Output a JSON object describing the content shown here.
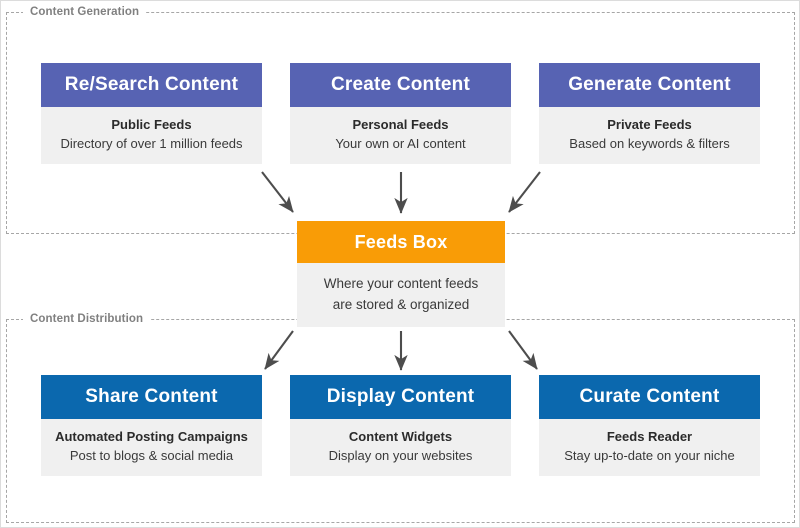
{
  "diagram": {
    "groups": [
      {
        "id": "generation",
        "label": "Content Generation"
      },
      {
        "id": "distribution",
        "label": "Content Distribution"
      }
    ],
    "colors": {
      "generation_header": "#5763b3",
      "distribution_header": "#0b68ae",
      "hub_header": "#f99c06",
      "card_body_bg": "#f0f0f0",
      "frame_dash": "#a6a6a6",
      "arrow": "#4d4d4d",
      "group_label_text": "#808080"
    },
    "generation_cards": [
      {
        "title": "Re/Search Content",
        "body_title": "Public Feeds",
        "body_sub": "Directory of over 1 million feeds"
      },
      {
        "title": "Create Content",
        "body_title": "Personal Feeds",
        "body_sub": "Your own or AI content"
      },
      {
        "title": "Generate Content",
        "body_title": "Private Feeds",
        "body_sub": "Based on keywords & filters"
      }
    ],
    "hub": {
      "title": "Feeds Box",
      "body_sub_line1": "Where your content feeds",
      "body_sub_line2": "are stored & organized"
    },
    "distribution_cards": [
      {
        "title": "Share Content",
        "body_title": "Automated Posting Campaigns",
        "body_sub": "Post to blogs & social media"
      },
      {
        "title": "Display Content",
        "body_title": "Content Widgets",
        "body_sub": "Display on your websites"
      },
      {
        "title": "Curate Content",
        "body_title": "Feeds Reader",
        "body_sub": "Stay up-to-date on your niche"
      }
    ],
    "arrows": [
      {
        "name": "arrow-research-to-feedsbox",
        "direction": "down-right"
      },
      {
        "name": "arrow-create-to-feedsbox",
        "direction": "down"
      },
      {
        "name": "arrow-generate-to-feedsbox",
        "direction": "down-left"
      },
      {
        "name": "arrow-feedsbox-to-share",
        "direction": "down-left"
      },
      {
        "name": "arrow-feedsbox-to-display",
        "direction": "down"
      },
      {
        "name": "arrow-feedsbox-to-curate",
        "direction": "down-right"
      }
    ]
  }
}
